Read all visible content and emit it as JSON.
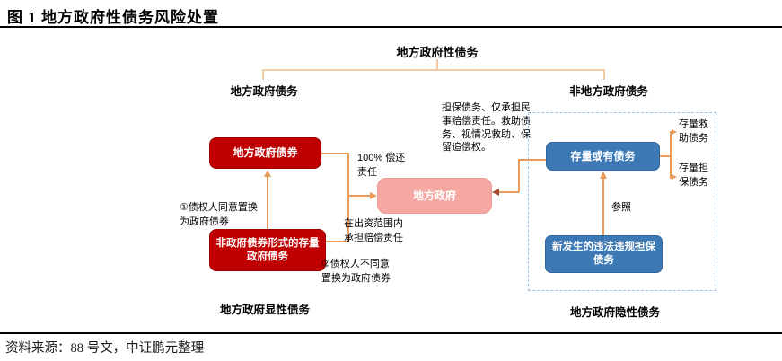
{
  "colors": {
    "red": "#C00000",
    "pink": "#F5A8A2",
    "blue": "#3C79B5",
    "orange": "#EC9A58",
    "rust": "#A54B2F",
    "tree": "#F2CBA6",
    "dash": "#9CC2E5"
  },
  "figure": {
    "title": "图 1  地方政府性债务风险处置",
    "source": "资料来源：88 号文，中证鹏元整理"
  },
  "diagram": {
    "root_label": "地方政府性债务",
    "left_branch_label": "地方政府债务",
    "right_branch_label": "非地方政府债务",
    "boxes": {
      "bond": "地方政府债券",
      "nonbond_lines": [
        "非政府债券形式的存量",
        "政府债务"
      ],
      "gov": "地方政府",
      "contingent": "存量或有债务",
      "new_illegal_lines": [
        "新发生的违法违规担保",
        "债务"
      ]
    },
    "labels": {
      "repay_lines": [
        "100% 偿还",
        "责任"
      ],
      "swap_agree_lines": [
        "①债权人同意置换",
        "为政府债券"
      ],
      "swap_disagree_lines": [
        "②债权人不同意",
        "置换为政府债券"
      ],
      "within_contribution_lines": [
        "在出资范围内",
        "承担赔偿责任"
      ],
      "guarantee_note_lines": [
        "担保债务、仅承担民",
        "事赔偿责任。救助债",
        "务、视情况救助、保",
        "留追偿权。"
      ],
      "reference": "参照",
      "rescue_stock_lines": [
        "存量救",
        "助债务"
      ],
      "guarantee_stock_lines": [
        "存量担",
        "保债务"
      ],
      "explicit_label": "地方政府显性债务",
      "implicit_label": "地方政府隐性债务"
    }
  }
}
